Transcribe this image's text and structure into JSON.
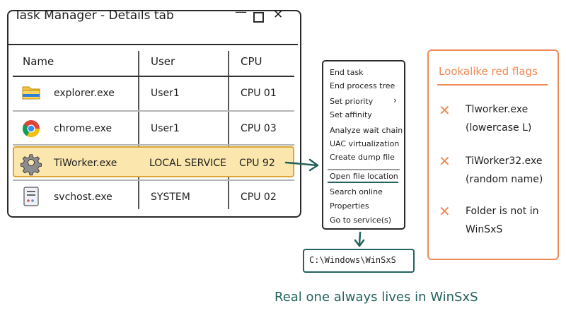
{
  "window": {
    "title": "Task Manager - Details tab",
    "minimize_label": "—",
    "close_label": "✕"
  },
  "table": {
    "headers": [
      "Name",
      "User",
      "CPU"
    ],
    "rows": [
      {
        "name": "explorer.exe",
        "user": "User1",
        "cpu": "CPU 01",
        "icon": "folder-icon"
      },
      {
        "name": "chrome.exe",
        "user": "User1",
        "cpu": "CPU 03",
        "icon": "chrome-icon"
      },
      {
        "name": "TiWorker.exe",
        "user": "LOCAL SERVICE",
        "cpu": "CPU 92",
        "icon": "gear-icon",
        "highlighted": true
      },
      {
        "name": "svchost.exe",
        "user": "SYSTEM",
        "cpu": "CPU 02",
        "icon": "service-icon"
      }
    ]
  },
  "context_menu": {
    "items": [
      "End task",
      "End process tree",
      "Set priority",
      "Set affinity",
      "Analyze wait chain",
      "UAC virtualization",
      "Create dump file",
      "Open file location",
      "Search online",
      "Properties",
      "Go to service(s)"
    ],
    "submenu_chevron": "›",
    "highlighted_item": "Open file location"
  },
  "path_box": {
    "text": "C:\\Windows\\WinSxS"
  },
  "caption": "Real one always lives in WinSxS",
  "red_flags": {
    "title": "Lookalike red flags",
    "mark": "✕",
    "items": [
      {
        "line1": "Tlworker.exe",
        "line2": "(lowercase L)"
      },
      {
        "line1": "TiWorker32.exe",
        "line2": "(random name)"
      },
      {
        "line1": "Folder is not in",
        "line2": "WinSxS"
      }
    ]
  },
  "colors": {
    "accent_teal": "#24625d",
    "flag_orange": "#f08a54",
    "highlight_fill": "#fbe6ad",
    "highlight_border": "#d9a736"
  }
}
